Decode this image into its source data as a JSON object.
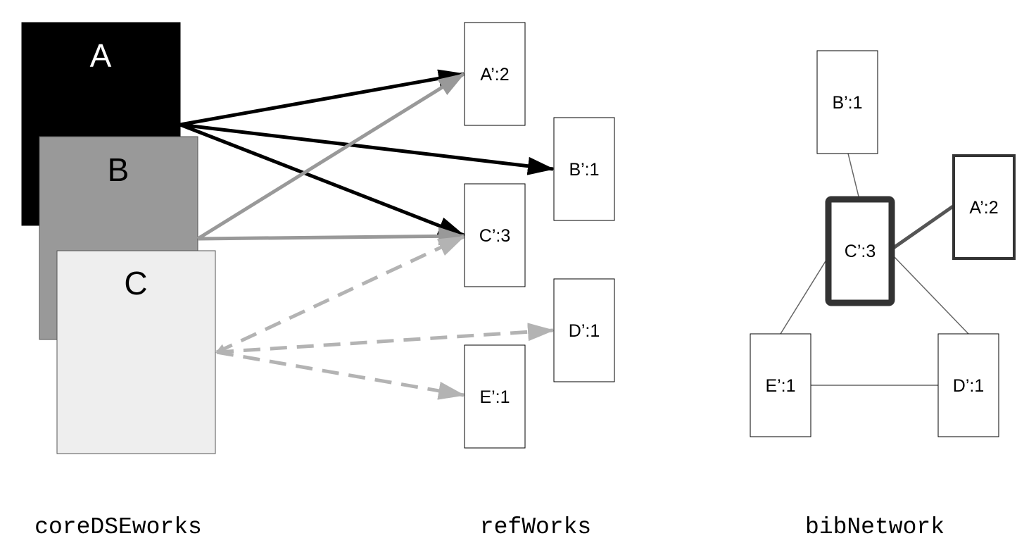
{
  "core_docs": [
    {
      "label": "A",
      "fill": "#000000",
      "text_color": "#ffffff"
    },
    {
      "label": "B",
      "fill": "#999999",
      "text_color": "#000000"
    },
    {
      "label": "C",
      "fill": "#eeeeee",
      "text_color": "#000000"
    }
  ],
  "ref_nodes": [
    {
      "label": "A’:2"
    },
    {
      "label": "B’:1"
    },
    {
      "label": "C’:3"
    },
    {
      "label": "D’:1"
    },
    {
      "label": "E’:1"
    }
  ],
  "network_nodes": [
    {
      "label": "B’:1"
    },
    {
      "label": "A’:2"
    },
    {
      "label": "C’:3"
    },
    {
      "label": "E’:1"
    },
    {
      "label": "D’:1"
    }
  ],
  "captions": {
    "core": "coreDSEworks",
    "refs": "refWorks",
    "network": "bibNetwork"
  },
  "colors": {
    "doc_a_edges": "#000000",
    "doc_b_edges": "#999999",
    "doc_c_edges": "#b3b3b3",
    "network_strong_edge": "#555555",
    "network_thin_edge": "#666666",
    "network_hub_border": "#333333"
  }
}
